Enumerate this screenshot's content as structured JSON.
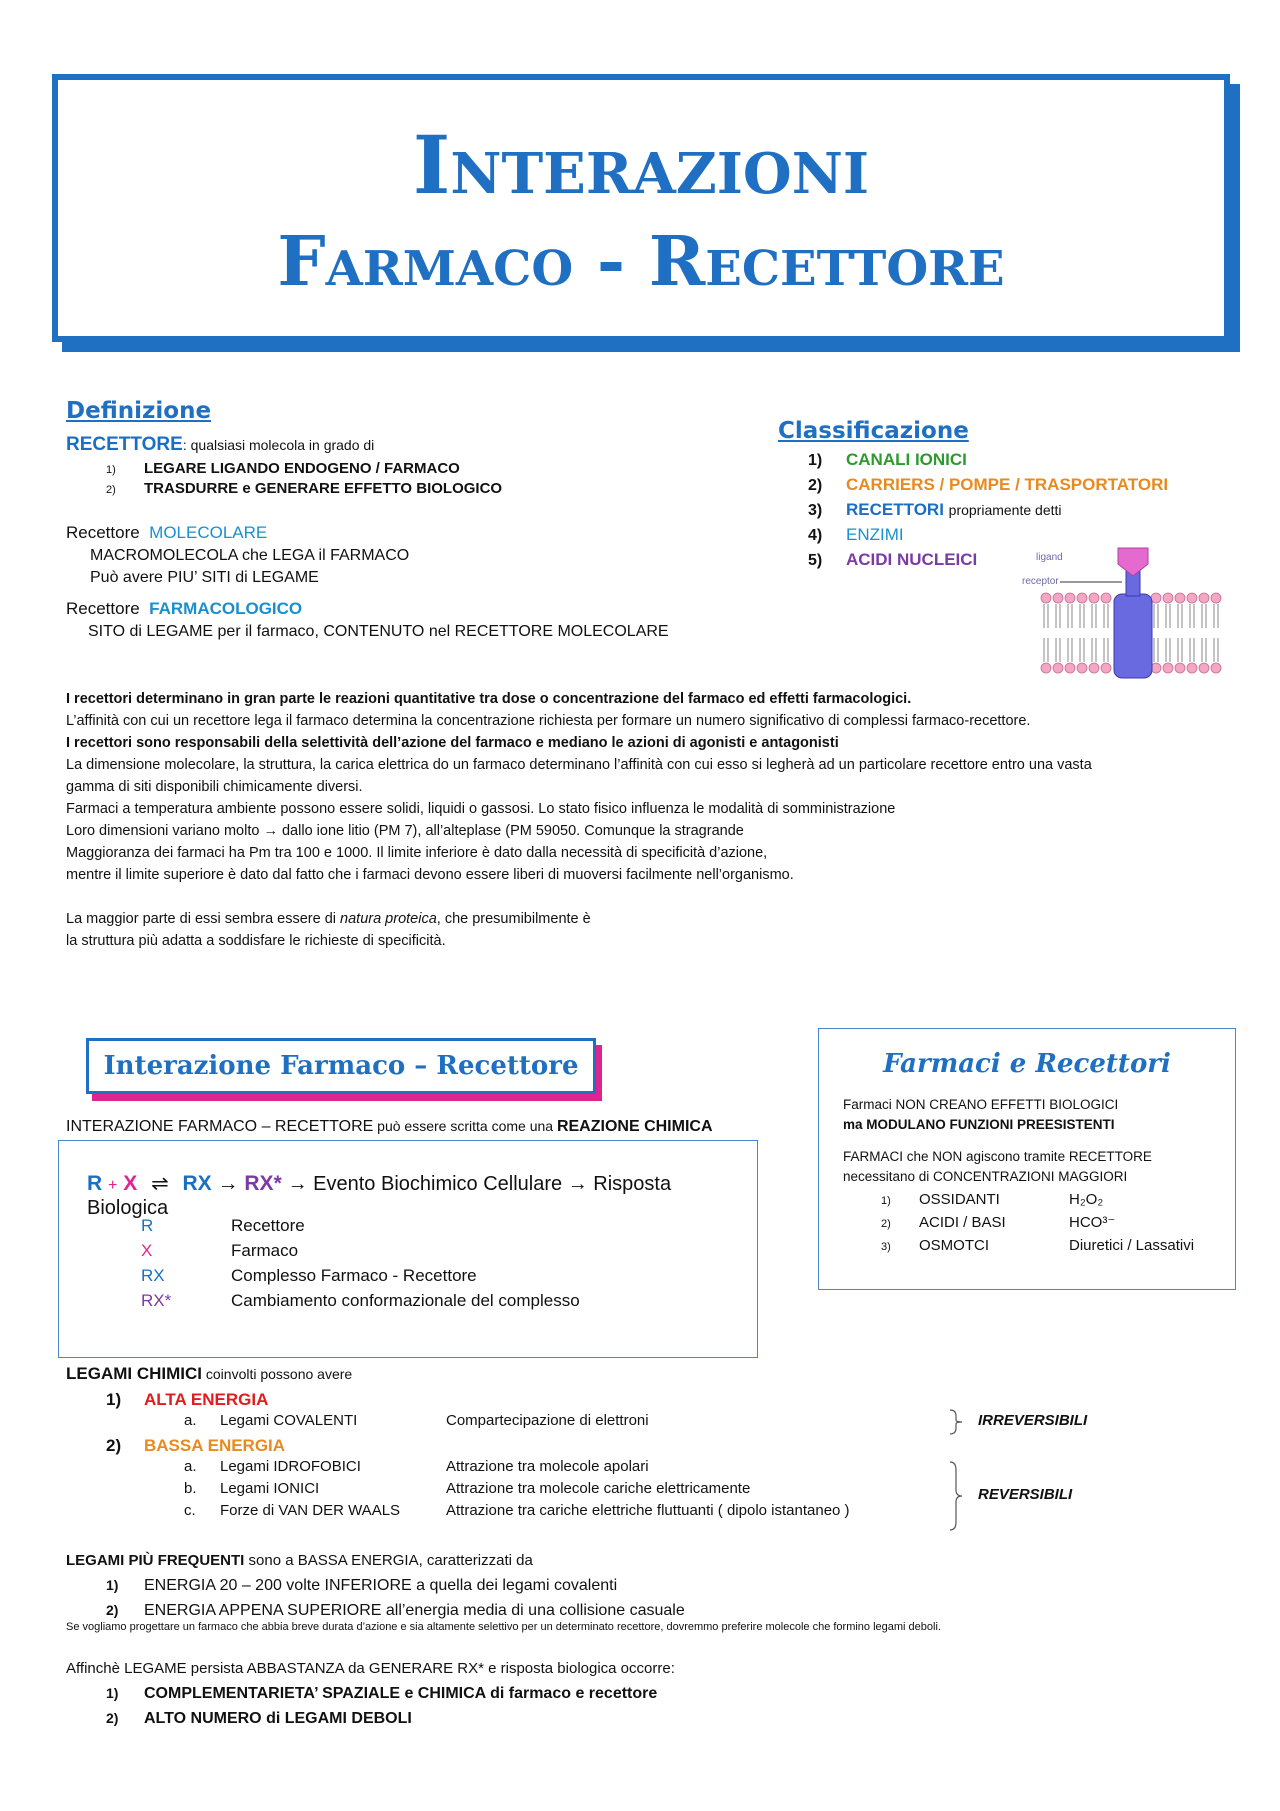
{
  "title": {
    "line1": "Interazioni",
    "line2": "Farmaco - Recettore"
  },
  "definizione": {
    "heading": "Definizione",
    "recettore_label": "RECETTORE",
    "recettore_text": ": qualsiasi molecola in grado di",
    "items": [
      {
        "num": "1)",
        "text": "LEGARE  LIGANDO  ENDOGENO / FARMACO"
      },
      {
        "num": "2)",
        "text": "TRASDURRE e GENERARE  EFFETTO  BIOLOGICO"
      }
    ],
    "molecolare": {
      "label": "Recettore",
      "type": "MOLECOLARE",
      "line1": "MACROMOLECOLA che LEGA il FARMACO",
      "line2": "Può avere PIU’ SITI di LEGAME"
    },
    "farmacologico": {
      "label": "Recettore",
      "type": "FARMACOLOGICO",
      "line1": "SITO di LEGAME per il farmaco, CONTENUTO nel RECETTORE MOLECOLARE"
    }
  },
  "classificazione": {
    "heading": "Classificazione",
    "items": [
      {
        "num": "1)",
        "text": "CANALI  IONICI",
        "color": "#2e9a2e"
      },
      {
        "num": "2)",
        "text": "CARRIERS / POMPE / TRASPORTATORI",
        "color": "#e98a1f"
      },
      {
        "num": "3)",
        "text": "RECETTORI",
        "extra": "propriamente detti",
        "color": "#1a6fc4"
      },
      {
        "num": "4)",
        "text": "ENZIMI",
        "color": "#1a8fd0"
      },
      {
        "num": "5)",
        "text": "ACIDI  NUCLEICI",
        "color": "#7b3aa6"
      }
    ],
    "diagram": {
      "ligand_label": "ligand",
      "receptor_label": "receptor"
    }
  },
  "paragraphs": [
    "I recettori determinano in gran parte le reazioni quantitative tra dose o concentrazione del farmaco ed effetti farmacologici.",
    "L’affinità con cui un recettore lega il farmaco determina la concentrazione richiesta per formare un numero significativo di complessi farmaco-recettore.",
    "I recettori sono responsabili della selettività dell’azione del farmaco e mediano le azioni di agonisti e antagonisti",
    "La dimensione molecolare, la struttura, la carica elettrica do un farmaco determinano l’affinità con cui esso si legherà ad un particolare recettore entro una vasta",
    "gamma di siti disponibili chimicamente diversi.",
    "Farmaci a temperatura ambiente possono essere solidi, liquidi o gassosi. Lo stato fisico influenza le modalità di somministrazione",
    "Loro dimensioni variano molto → dallo ione litio (PM 7), all’alteplase (PM 59050. Comunque la stragrande",
    "Maggioranza dei farmaci ha Pm tra 100 e 1000. Il limite inferiore è dato dalla necessità di specificità d’azione,",
    "mentre il limite superiore è dato dal fatto che i farmaci devono essere liberi di muoversi facilmente nell’organismo.",
    "La maggior parte di essi sembra essere di",
    "natura proteica",
    ", che presumibilmente è",
    "la struttura più adatta a soddisfare le richieste di specificità."
  ],
  "interazione": {
    "heading": "Interazione  Farmaco – Recettore",
    "intro_a": "INTERAZIONE FARMACO – RECETTORE",
    "intro_b": " può essere scritta come una ",
    "intro_c": "REAZIONE CHIMICA",
    "equation": {
      "r": "R",
      "plus": "+",
      "x": "X",
      "eq": "⇌",
      "rx": "RX",
      "arrow": "→",
      "rxs": "RX*",
      "rest": "→ Evento Biochimico Cellulare → Risposta Biologica"
    },
    "legend": [
      {
        "sym": "R",
        "desc": "Recettore",
        "color": "#1a6fc4"
      },
      {
        "sym": "X",
        "desc": "Farmaco",
        "color": "#e0248f"
      },
      {
        "sym": "RX",
        "desc": "Complesso Farmaco - Recettore",
        "color": "#1a6fc4"
      },
      {
        "sym": "RX*",
        "desc": "Cambiamento conformazionale del complesso",
        "color": "#7b3aa6"
      }
    ]
  },
  "farmaci_recettori": {
    "heading": "Farmaci  e  Recettori",
    "line1": "Farmaci  NON CREANO  EFFETTI BIOLOGICI",
    "line2": "ma MODULANO FUNZIONI PREESISTENTI",
    "line3": "FARMACI che NON agiscono tramite RECETTORE",
    "line4": "necessitano di CONCENTRAZIONI  MAGGIORI",
    "items": [
      {
        "num": "1)",
        "name": "OSSIDANTI",
        "ex": "H₂O₂"
      },
      {
        "num": "2)",
        "name": "ACIDI / BASI",
        "ex": "HCO³⁻"
      },
      {
        "num": "3)",
        "name": "OSMOTCI",
        "ex": "Diuretici / Lassativi"
      }
    ]
  },
  "legami": {
    "intro_a": "LEGAMI  CHIMICI",
    "intro_b": " coinvolti possono avere",
    "alta": {
      "num": "1)",
      "label": "ALTA  ENERGIA",
      "items": [
        {
          "letter": "a.",
          "name": "Legami COVALENTI",
          "desc": "Compartecipazione di elettroni"
        }
      ],
      "tag": "IRREVERSIBILI"
    },
    "bassa": {
      "num": "2)",
      "label": "BASSA  ENERGIA",
      "items": [
        {
          "letter": "a.",
          "name": "Legami  IDROFOBICI",
          "desc": "Attrazione tra molecole apolari"
        },
        {
          "letter": "b.",
          "name": "Legami  IONICI",
          "desc": "Attrazione tra molecole cariche elettricamente"
        },
        {
          "letter": "c.",
          "name": "Forze di  VAN DER WAALS",
          "desc": "Attrazione tra cariche elettriche fluttuanti ( dipolo istantaneo )"
        }
      ],
      "tag": "REVERSIBILI"
    }
  },
  "frequenti": {
    "intro_a": "LEGAMI  PIÙ  FREQUENTI",
    "intro_b": " sono  a BASSA ENERGIA, caratterizzati da",
    "items": [
      {
        "num": "1)",
        "text": "ENERGIA 20 – 200 volte INFERIORE a quella dei legami covalenti"
      },
      {
        "num": "2)",
        "text": "ENERGIA APPENA SUPERIORE all’energia media di una collisione casuale"
      }
    ],
    "note": "Se vogliamo progettare un farmaco che abbia breve durata d’azione e sia altamente selettivo per un determinato recettore, dovremmo preferire molecole che formino legami deboli."
  },
  "persistenza": {
    "intro": "Affinchè LEGAME persista ABBASTANZA da GENERARE RX* e risposta biologica occorre:",
    "items": [
      {
        "num": "1)",
        "text": "COMPLEMENTARIETA’ SPAZIALE e CHIMICA di farmaco e recettore"
      },
      {
        "num": "2)",
        "text": "ALTO NUMERO di LEGAMI DEBOLI"
      }
    ]
  }
}
